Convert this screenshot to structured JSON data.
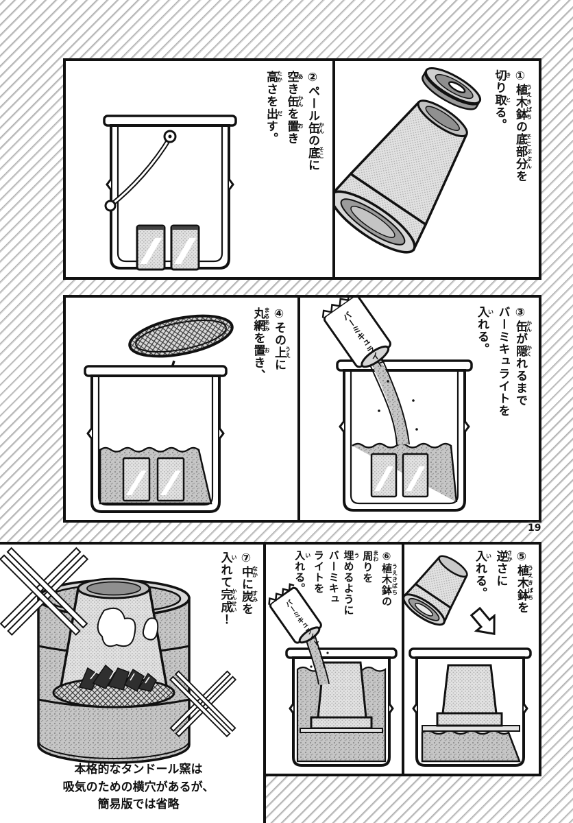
{
  "page_number": "19",
  "bag_label": "バーミキュライト",
  "captions": {
    "step1": [
      [
        {
          "t": "①"
        },
        {
          "t": "植木鉢",
          "r": "うえきばち"
        },
        {
          "t": "の"
        },
        {
          "t": "底部分",
          "r": "そこぶぶん"
        },
        {
          "t": "を"
        }
      ],
      [
        {
          "t": "切",
          "r": "き"
        },
        {
          "t": "り"
        },
        {
          "t": "取",
          "r": "と"
        },
        {
          "t": "る。"
        }
      ]
    ],
    "step2": [
      [
        {
          "t": "②ペール"
        },
        {
          "t": "缶",
          "r": "かん"
        },
        {
          "t": "の"
        },
        {
          "t": "底",
          "r": "そこ"
        },
        {
          "t": "に"
        }
      ],
      [
        {
          "t": "空",
          "r": "あ"
        },
        {
          "t": "き"
        },
        {
          "t": "缶",
          "r": "かん"
        },
        {
          "t": "を"
        },
        {
          "t": "置",
          "r": "お"
        },
        {
          "t": "き"
        }
      ],
      [
        {
          "t": "高",
          "r": "たか"
        },
        {
          "t": "さを"
        },
        {
          "t": "出",
          "r": "だ"
        },
        {
          "t": "す。"
        }
      ]
    ],
    "step3": [
      [
        {
          "t": "③"
        },
        {
          "t": "缶",
          "r": "かん"
        },
        {
          "t": "が"
        },
        {
          "t": "隠",
          "r": "かく"
        },
        {
          "t": "れるまで"
        }
      ],
      [
        {
          "t": "バーミキュライトを"
        }
      ],
      [
        {
          "t": "入",
          "r": "い"
        },
        {
          "t": "れる。"
        }
      ]
    ],
    "step4": [
      [
        {
          "t": "④その"
        },
        {
          "t": "上",
          "r": "うえ"
        },
        {
          "t": "に"
        }
      ],
      [
        {
          "t": "丸網",
          "r": "まるあみ"
        },
        {
          "t": "を"
        },
        {
          "t": "置",
          "r": "お"
        },
        {
          "t": "き、"
        }
      ]
    ],
    "step5": [
      [
        {
          "t": "⑤"
        },
        {
          "t": "植木鉢",
          "r": "うえきばち"
        },
        {
          "t": "を"
        }
      ],
      [
        {
          "t": "逆",
          "r": "さか"
        },
        {
          "t": "さに"
        }
      ],
      [
        {
          "t": "入",
          "r": "い"
        },
        {
          "t": "れる。"
        }
      ]
    ],
    "step6": [
      [
        {
          "t": "⑥"
        },
        {
          "t": "植木鉢",
          "r": "うえきばち"
        },
        {
          "t": "の"
        }
      ],
      [
        {
          "t": "周",
          "r": "まわ"
        },
        {
          "t": "りを"
        }
      ],
      [
        {
          "t": "埋",
          "r": "う"
        },
        {
          "t": "めるように"
        }
      ],
      [
        {
          "t": "バーミキュ"
        }
      ],
      [
        {
          "t": "ライトを"
        }
      ],
      [
        {
          "t": "入",
          "r": "い"
        },
        {
          "t": "れる。"
        }
      ]
    ],
    "step7": [
      [
        {
          "t": "⑦"
        },
        {
          "t": "中",
          "r": "なか"
        },
        {
          "t": "に"
        },
        {
          "t": "炭",
          "r": "すみ"
        },
        {
          "t": "を"
        }
      ],
      [
        {
          "t": "入",
          "r": "い"
        },
        {
          "t": "れて"
        },
        {
          "t": "完成",
          "r": "かんせい"
        },
        {
          "t": "！"
        }
      ]
    ]
  },
  "note": {
    "lines": [
      "本格的なタンドール窯は",
      "吸気のための横穴があるが、",
      "簡易版では省略"
    ]
  },
  "colors": {
    "ink": "#111111",
    "paper": "#ffffff",
    "hatch_line": "#b5b5b5",
    "tone_light": "#e2e2e2",
    "tone_mid": "#c6c6c6",
    "charcoal": "#2f2f2f"
  }
}
